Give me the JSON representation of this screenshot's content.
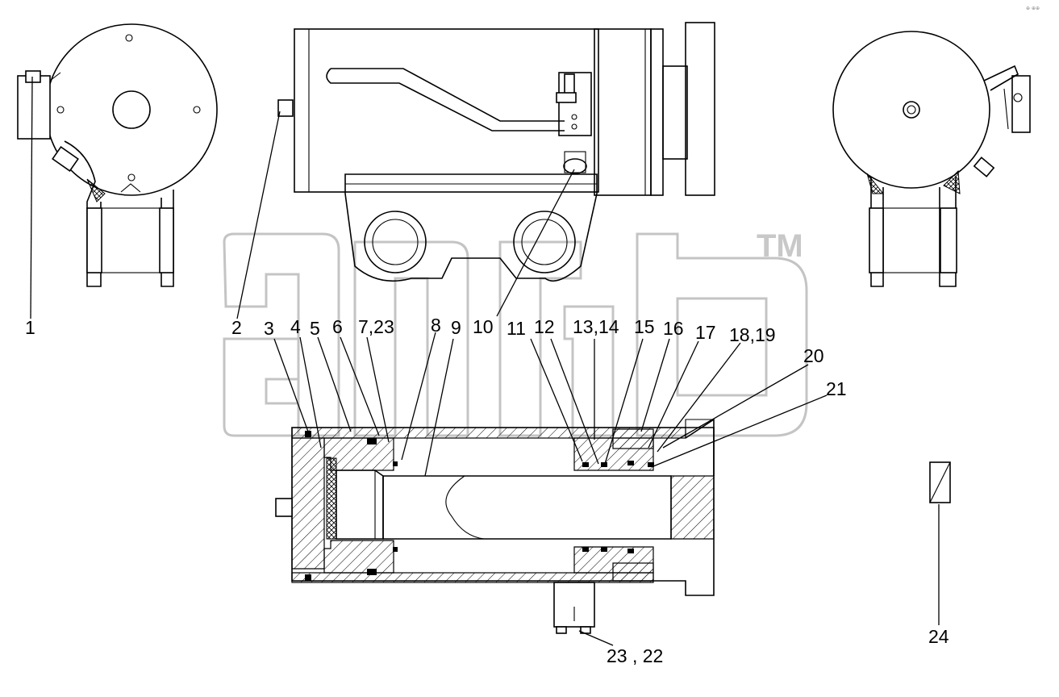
{
  "watermark": {
    "trademark": "TM"
  },
  "corner_mark": "⊕ ⊕⊕",
  "callouts": {
    "c1": "1",
    "c2": "2",
    "c3": "3",
    "c4": "4",
    "c5": "5",
    "c6": "6",
    "c7_23": "7,23",
    "c8": "8",
    "c9": "9",
    "c10": "10",
    "c11": "11",
    "c12": "12",
    "c13_14": "13,14",
    "c15": "15",
    "c16": "16",
    "c17": "17",
    "c18_19": "18,19",
    "c20": "20",
    "c21": "21",
    "c23_22": "23 , 22",
    "c24": "24"
  }
}
